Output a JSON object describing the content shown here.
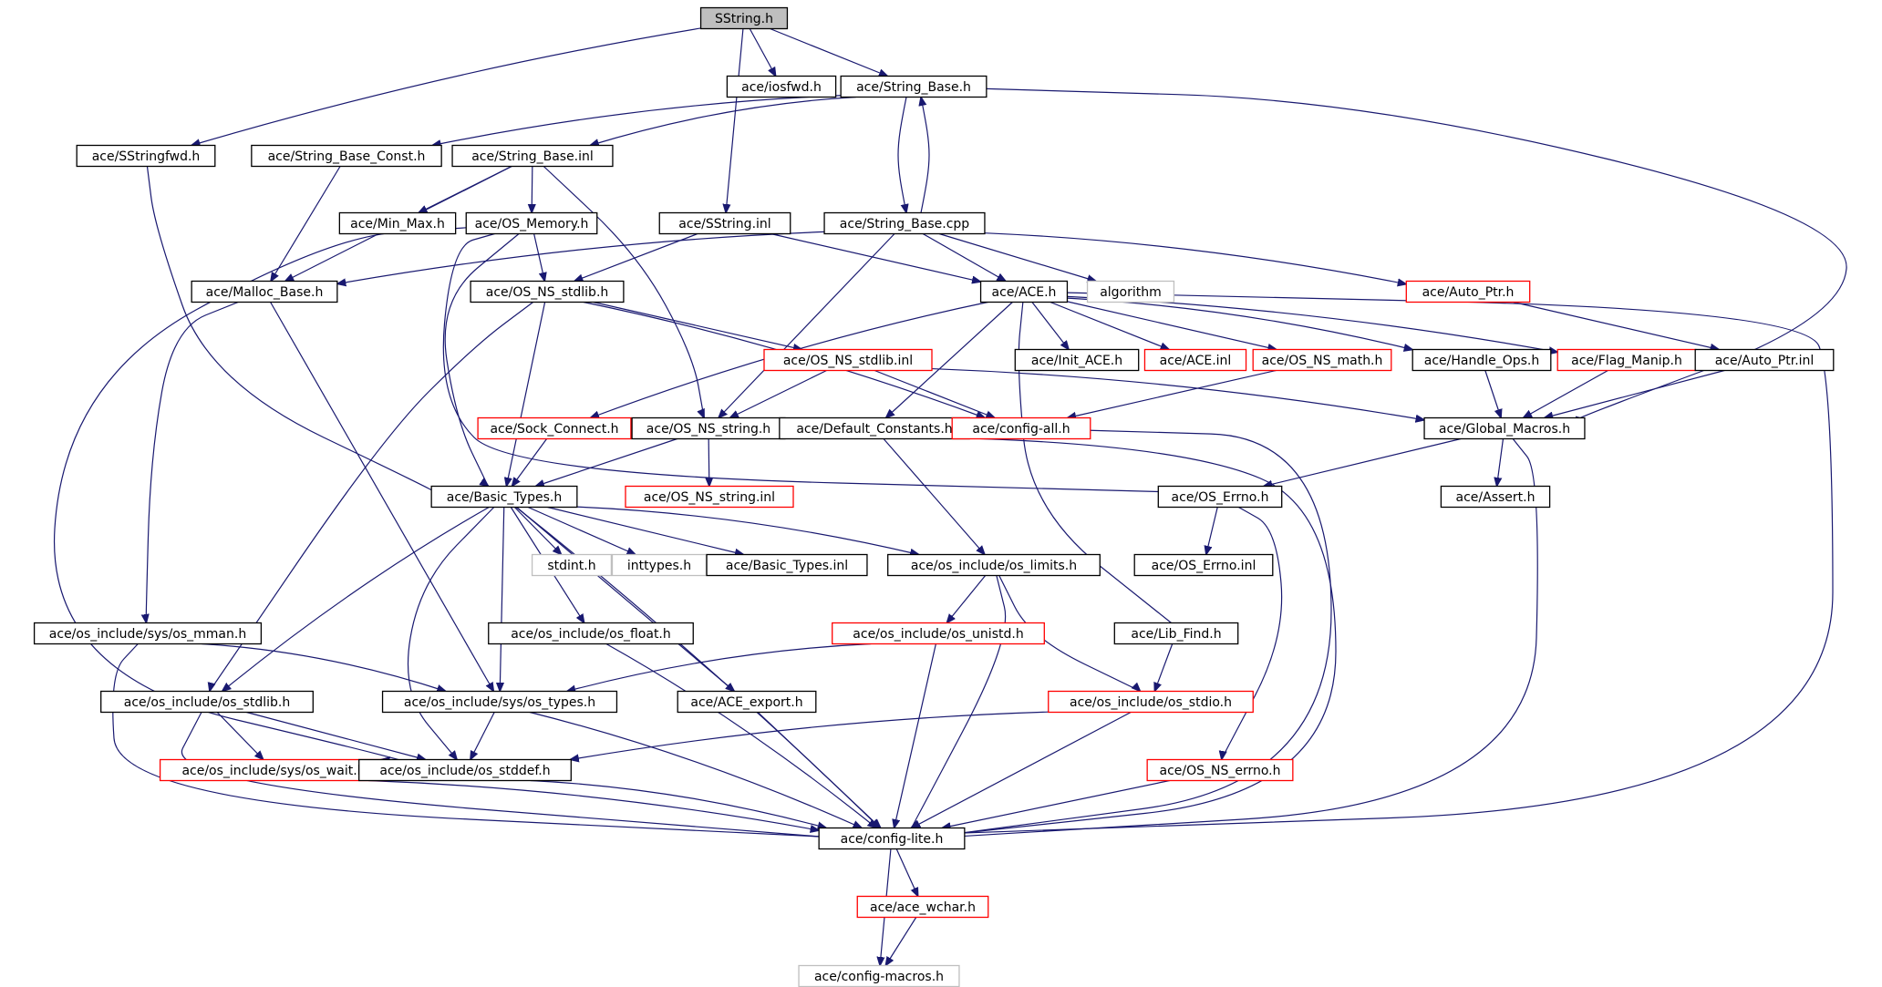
{
  "diagram_title": "SString.h",
  "colors": {
    "edge": "#191970",
    "node_border_default": "#000000",
    "node_border_undocumented": "#ff0000",
    "node_border_external": "#bfbfbf",
    "root_fill": "#bfbfbf",
    "background": "#ffffff"
  },
  "nodes": [
    {
      "id": "sstring_h",
      "label": "SString.h",
      "style": "root"
    },
    {
      "id": "iosfwd",
      "label": "ace/iosfwd.h",
      "style": "black"
    },
    {
      "id": "string_base_h",
      "label": "ace/String_Base.h",
      "style": "black"
    },
    {
      "id": "sstringfwd",
      "label": "ace/SStringfwd.h",
      "style": "black"
    },
    {
      "id": "string_base_const",
      "label": "ace/String_Base_Const.h",
      "style": "black"
    },
    {
      "id": "string_base_inl",
      "label": "ace/String_Base.inl",
      "style": "black"
    },
    {
      "id": "min_max",
      "label": "ace/Min_Max.h",
      "style": "black"
    },
    {
      "id": "os_memory",
      "label": "ace/OS_Memory.h",
      "style": "black"
    },
    {
      "id": "sstring_inl",
      "label": "ace/SString.inl",
      "style": "black"
    },
    {
      "id": "string_base_cpp",
      "label": "ace/String_Base.cpp",
      "style": "black"
    },
    {
      "id": "malloc_base",
      "label": "ace/Malloc_Base.h",
      "style": "black"
    },
    {
      "id": "os_ns_stdlib_h",
      "label": "ace/OS_NS_stdlib.h",
      "style": "black"
    },
    {
      "id": "ace_h",
      "label": "ace/ACE.h",
      "style": "black"
    },
    {
      "id": "algorithm",
      "label": "algorithm",
      "style": "gray"
    },
    {
      "id": "auto_ptr_h",
      "label": "ace/Auto_Ptr.h",
      "style": "red"
    },
    {
      "id": "os_ns_stdlib_inl",
      "label": "ace/OS_NS_stdlib.inl",
      "style": "red"
    },
    {
      "id": "init_ace",
      "label": "ace/Init_ACE.h",
      "style": "black"
    },
    {
      "id": "ace_inl",
      "label": "ace/ACE.inl",
      "style": "red"
    },
    {
      "id": "os_ns_math",
      "label": "ace/OS_NS_math.h",
      "style": "red"
    },
    {
      "id": "handle_ops",
      "label": "ace/Handle_Ops.h",
      "style": "black"
    },
    {
      "id": "flag_manip",
      "label": "ace/Flag_Manip.h",
      "style": "red"
    },
    {
      "id": "auto_ptr_inl",
      "label": "ace/Auto_Ptr.inl",
      "style": "black"
    },
    {
      "id": "sock_connect",
      "label": "ace/Sock_Connect.h",
      "style": "red"
    },
    {
      "id": "os_ns_string_h",
      "label": "ace/OS_NS_string.h",
      "style": "black"
    },
    {
      "id": "default_constants",
      "label": "ace/Default_Constants.h",
      "style": "black"
    },
    {
      "id": "config_all",
      "label": "ace/config-all.h",
      "style": "red"
    },
    {
      "id": "global_macros",
      "label": "ace/Global_Macros.h",
      "style": "black"
    },
    {
      "id": "basic_types_h",
      "label": "ace/Basic_Types.h",
      "style": "black"
    },
    {
      "id": "os_ns_string_inl",
      "label": "ace/OS_NS_string.inl",
      "style": "red"
    },
    {
      "id": "os_errno_h",
      "label": "ace/OS_Errno.h",
      "style": "black"
    },
    {
      "id": "assert_h",
      "label": "ace/Assert.h",
      "style": "black"
    },
    {
      "id": "stdint",
      "label": "stdint.h",
      "style": "gray"
    },
    {
      "id": "inttypes",
      "label": "inttypes.h",
      "style": "gray"
    },
    {
      "id": "basic_types_inl",
      "label": "ace/Basic_Types.inl",
      "style": "black"
    },
    {
      "id": "os_limits",
      "label": "ace/os_include/os_limits.h",
      "style": "black"
    },
    {
      "id": "os_errno_inl",
      "label": "ace/OS_Errno.inl",
      "style": "black"
    },
    {
      "id": "os_mman",
      "label": "ace/os_include/sys/os_mman.h",
      "style": "black"
    },
    {
      "id": "os_float",
      "label": "ace/os_include/os_float.h",
      "style": "black"
    },
    {
      "id": "os_unistd",
      "label": "ace/os_include/os_unistd.h",
      "style": "red"
    },
    {
      "id": "lib_find",
      "label": "ace/Lib_Find.h",
      "style": "black"
    },
    {
      "id": "os_stdlib_h",
      "label": "ace/os_include/os_stdlib.h",
      "style": "black"
    },
    {
      "id": "os_types",
      "label": "ace/os_include/sys/os_types.h",
      "style": "black"
    },
    {
      "id": "ace_export",
      "label": "ace/ACE_export.h",
      "style": "black"
    },
    {
      "id": "os_stdio",
      "label": "ace/os_include/os_stdio.h",
      "style": "red"
    },
    {
      "id": "os_wait",
      "label": "ace/os_include/sys/os_wait.h",
      "style": "red"
    },
    {
      "id": "os_stddef",
      "label": "ace/os_include/os_stddef.h",
      "style": "black"
    },
    {
      "id": "os_ns_errno",
      "label": "ace/OS_NS_errno.h",
      "style": "red"
    },
    {
      "id": "config_lite",
      "label": "ace/config-lite.h",
      "style": "black"
    },
    {
      "id": "ace_wchar",
      "label": "ace/ace_wchar.h",
      "style": "red"
    },
    {
      "id": "config_macros",
      "label": "ace/config-macros.h",
      "style": "gray"
    }
  ],
  "edges": [
    [
      "sstring_h",
      "iosfwd"
    ],
    [
      "sstring_h",
      "string_base_h"
    ],
    [
      "sstring_h",
      "sstringfwd"
    ],
    [
      "sstring_h",
      "sstring_inl"
    ],
    [
      "string_base_h",
      "string_base_const"
    ],
    [
      "string_base_h",
      "string_base_inl"
    ],
    [
      "string_base_h",
      "string_base_cpp"
    ],
    [
      "string_base_h",
      "global_macros"
    ],
    [
      "string_base_cpp",
      "string_base_h"
    ],
    [
      "sstringfwd",
      "basic_types_h"
    ],
    [
      "string_base_const",
      "malloc_base"
    ],
    [
      "string_base_inl",
      "malloc_base"
    ],
    [
      "string_base_inl",
      "min_max"
    ],
    [
      "string_base_inl",
      "os_memory"
    ],
    [
      "string_base_inl",
      "os_ns_string_h"
    ],
    [
      "os_memory",
      "os_ns_stdlib_h"
    ],
    [
      "os_memory",
      "basic_types_h"
    ],
    [
      "os_memory",
      "os_errno_h"
    ],
    [
      "os_memory",
      "os_stddef"
    ],
    [
      "sstring_inl",
      "os_ns_stdlib_h"
    ],
    [
      "sstring_inl",
      "ace_h"
    ],
    [
      "string_base_cpp",
      "malloc_base"
    ],
    [
      "string_base_cpp",
      "ace_h"
    ],
    [
      "string_base_cpp",
      "algorithm"
    ],
    [
      "string_base_cpp",
      "auto_ptr_h"
    ],
    [
      "string_base_cpp",
      "os_ns_string_h"
    ],
    [
      "malloc_base",
      "os_mman"
    ],
    [
      "malloc_base",
      "os_types"
    ],
    [
      "os_ns_stdlib_h",
      "os_ns_stdlib_inl"
    ],
    [
      "os_ns_stdlib_h",
      "basic_types_h"
    ],
    [
      "os_ns_stdlib_h",
      "os_stdlib_h"
    ],
    [
      "os_ns_stdlib_h",
      "config_all"
    ],
    [
      "ace_h",
      "init_ace"
    ],
    [
      "ace_h",
      "ace_inl"
    ],
    [
      "ace_h",
      "os_ns_math"
    ],
    [
      "ace_h",
      "handle_ops"
    ],
    [
      "ace_h",
      "flag_manip"
    ],
    [
      "ace_h",
      "sock_connect"
    ],
    [
      "ace_h",
      "default_constants"
    ],
    [
      "ace_h",
      "lib_find"
    ],
    [
      "ace_h",
      "config_lite"
    ],
    [
      "auto_ptr_h",
      "auto_ptr_inl"
    ],
    [
      "os_ns_stdlib_inl",
      "os_ns_string_h"
    ],
    [
      "os_ns_stdlib_inl",
      "config_all"
    ],
    [
      "os_ns_stdlib_inl",
      "global_macros"
    ],
    [
      "os_ns_math",
      "config_all"
    ],
    [
      "handle_ops",
      "global_macros"
    ],
    [
      "flag_manip",
      "global_macros"
    ],
    [
      "auto_ptr_inl",
      "global_macros"
    ],
    [
      "sock_connect",
      "basic_types_h"
    ],
    [
      "os_ns_string_h",
      "basic_types_h"
    ],
    [
      "os_ns_string_h",
      "os_ns_string_inl"
    ],
    [
      "os_ns_string_h",
      "config_lite"
    ],
    [
      "default_constants",
      "os_limits"
    ],
    [
      "config_all",
      "config_lite"
    ],
    [
      "global_macros",
      "os_errno_h"
    ],
    [
      "global_macros",
      "assert_h"
    ],
    [
      "global_macros",
      "config_lite"
    ],
    [
      "basic_types_h",
      "stdint"
    ],
    [
      "basic_types_h",
      "inttypes"
    ],
    [
      "basic_types_h",
      "basic_types_inl"
    ],
    [
      "basic_types_h",
      "os_limits"
    ],
    [
      "basic_types_h",
      "os_float"
    ],
    [
      "basic_types_h",
      "os_stdlib_h"
    ],
    [
      "basic_types_h",
      "os_types"
    ],
    [
      "basic_types_h",
      "ace_export"
    ],
    [
      "basic_types_h",
      "os_stddef"
    ],
    [
      "basic_types_h",
      "config_lite"
    ],
    [
      "os_errno_h",
      "os_errno_inl"
    ],
    [
      "os_errno_h",
      "os_ns_errno"
    ],
    [
      "os_limits",
      "os_unistd"
    ],
    [
      "os_limits",
      "os_stdio"
    ],
    [
      "os_limits",
      "config_lite"
    ],
    [
      "os_mman",
      "os_types"
    ],
    [
      "os_mman",
      "config_lite"
    ],
    [
      "os_float",
      "config_lite"
    ],
    [
      "os_unistd",
      "os_types"
    ],
    [
      "os_unistd",
      "config_lite"
    ],
    [
      "lib_find",
      "os_stdio"
    ],
    [
      "os_stdlib_h",
      "os_wait"
    ],
    [
      "os_stdlib_h",
      "os_stddef"
    ],
    [
      "os_stdlib_h",
      "config_lite"
    ],
    [
      "os_types",
      "os_stddef"
    ],
    [
      "os_types",
      "config_lite"
    ],
    [
      "ace_export",
      "config_lite"
    ],
    [
      "os_stdio",
      "os_stddef"
    ],
    [
      "os_stdio",
      "config_lite"
    ],
    [
      "os_wait",
      "config_lite"
    ],
    [
      "os_stddef",
      "config_lite"
    ],
    [
      "os_ns_errno",
      "config_lite"
    ],
    [
      "config_lite",
      "ace_wchar"
    ],
    [
      "config_lite",
      "config_macros"
    ],
    [
      "ace_wchar",
      "config_macros"
    ]
  ]
}
